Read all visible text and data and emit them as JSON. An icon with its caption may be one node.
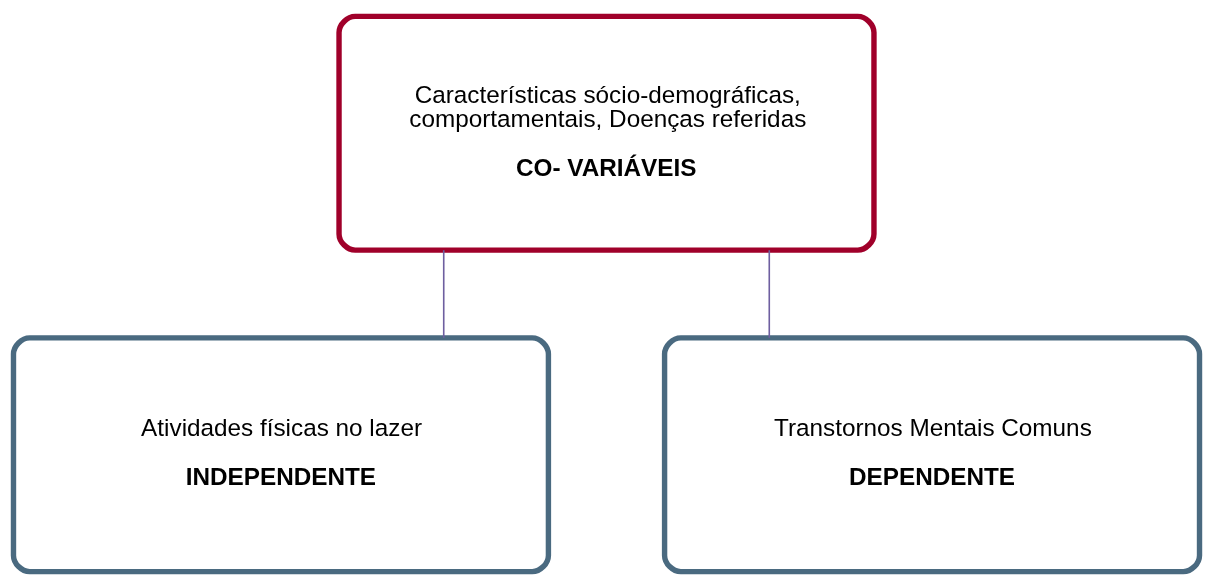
{
  "diagram": {
    "nodes": [
      {
        "text": [
          "Características sócio-demográficas, comportamentais, Doenças referidas",
          "CO- VARIÁVEIS"
        ]
      },
      {
        "text": [
          "Atividades físicas no lazer",
          "INDEPENDENTE"
        ]
      },
      {
        "text": [
          "Transtornos Mentais Comuns",
          "DEPENDENTE"
        ]
      }
    ],
    "edges": [
      {
        "from": 0,
        "to": 1,
        "arrow": "none"
      },
      {
        "from": 0,
        "to": 2,
        "arrow": "none"
      }
    ]
  }
}
